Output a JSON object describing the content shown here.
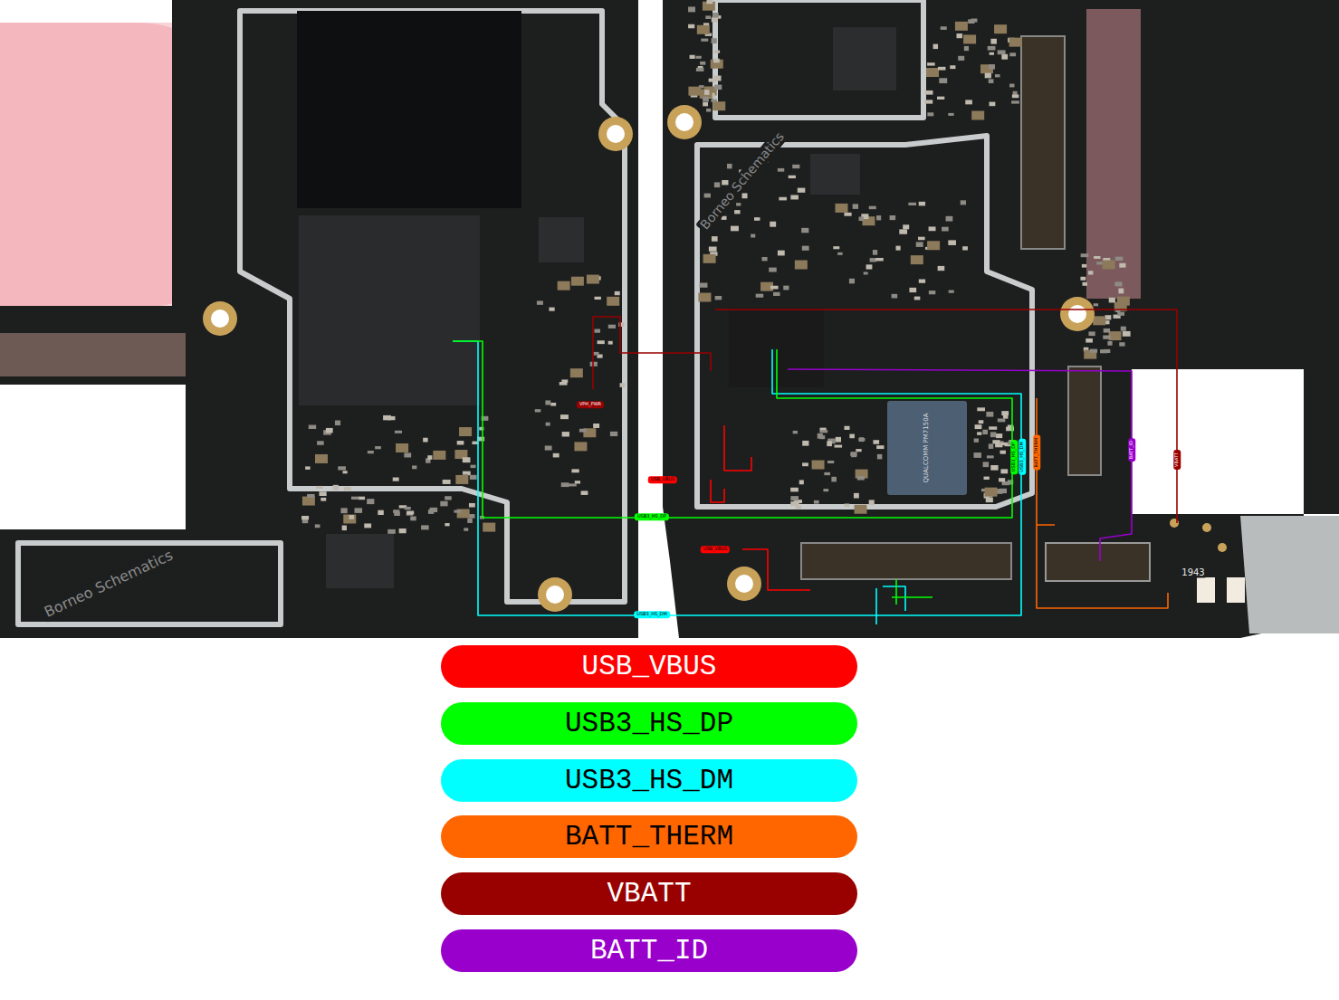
{
  "diagram": {
    "labels": [
      "VPH_PWR",
      "USB_VBUS",
      "USB_VBUS",
      "USB3_HS_DP",
      "USB3_HS_DM",
      "USB3_HS_DP",
      "USB3_HS_DM",
      "BATT_THERM",
      "BATT_ID",
      "VBATT",
      "QUALCOMM PM7150A",
      "1943",
      "Borneo Schematics",
      "Borneo Schematics"
    ],
    "legend": [
      {
        "text": "USB_VBUS",
        "color": "#ff0000"
      },
      {
        "text": "USB3_HS_DP",
        "color": "#00ff00"
      },
      {
        "text": "USB3_HS_DM",
        "color": "#00ffff"
      },
      {
        "text": "BATT_THERM",
        "color": "#ff6600"
      },
      {
        "text": "VBATT",
        "color": "#990000"
      },
      {
        "text": "BATT_ID",
        "color": "#9900cc"
      }
    ]
  }
}
